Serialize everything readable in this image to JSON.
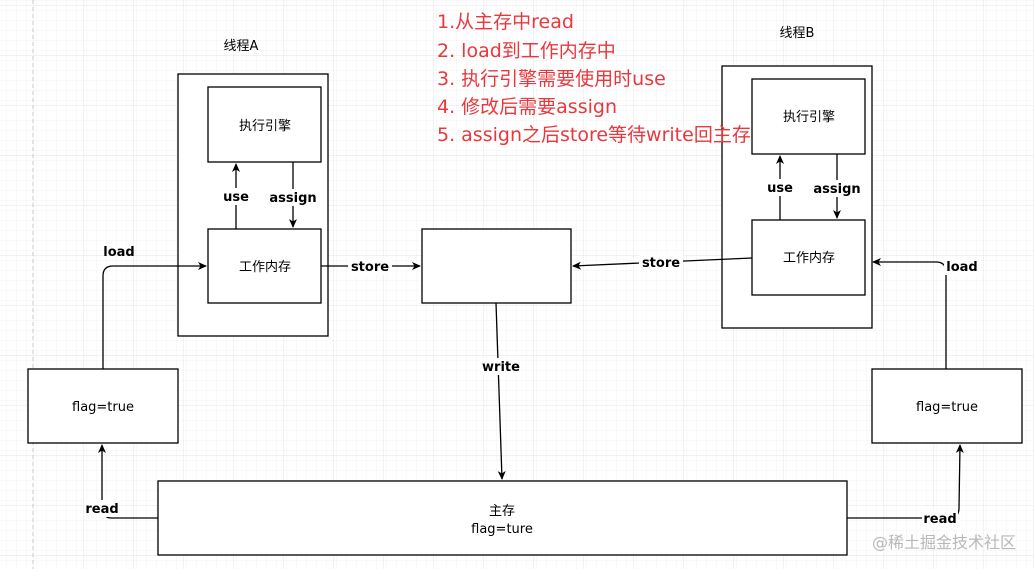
{
  "colors": {
    "note": "#e8383d",
    "grid_minor": "#f3f3f3",
    "grid_major": "#e4e4e4"
  },
  "thread_a": {
    "title": "线程A",
    "engine": "执行引擎",
    "memory": "工作内存",
    "use": "use",
    "assign": "assign"
  },
  "thread_b": {
    "title": "线程B",
    "engine": "执行引擎",
    "memory": "工作内存",
    "use": "use",
    "assign": "assign"
  },
  "edges": {
    "load_left": "load",
    "store_left": "store",
    "store_right": "store",
    "write": "write",
    "load_right": "load",
    "read_left": "read",
    "read_right": "read"
  },
  "flag_left": "flag=true",
  "flag_right": "flag=true",
  "main_memory": {
    "title": "主存",
    "value": "flag=ture"
  },
  "notes": [
    "1.从主存中read",
    "2. load到工作内存中",
    "3. 执行引擎需要使用时use",
    "4. 修改后需要assign",
    "5. assign之后store等待write回主存"
  ],
  "watermark": "@稀土掘金技术社区"
}
